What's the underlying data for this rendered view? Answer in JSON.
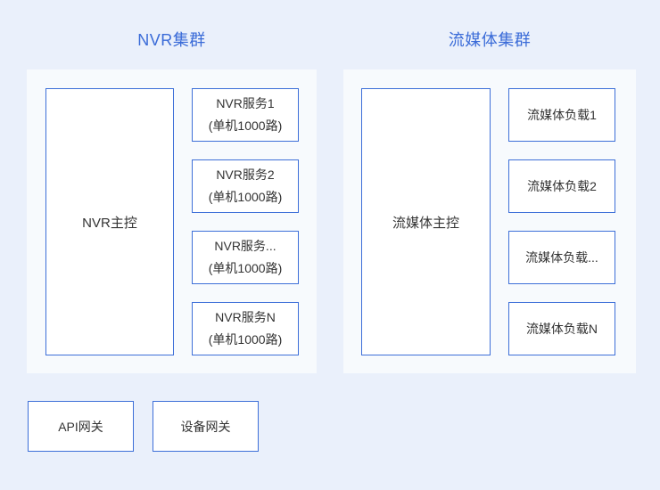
{
  "page": {
    "background_color": "#eaf0fb",
    "panel_color": "#f7fafd",
    "box_fill": "#ffffff",
    "box_border_color": "#3d6fd8",
    "title_color": "#3a6bd8",
    "text_color": "#333333"
  },
  "clusters": [
    {
      "title": "NVR集群",
      "master_label": "NVR主控",
      "nodes": [
        {
          "label": "NVR服务1",
          "sub": "(单机1000路)"
        },
        {
          "label": "NVR服务2",
          "sub": "(单机1000路)"
        },
        {
          "label": "NVR服务...",
          "sub": "(单机1000路)"
        },
        {
          "label": "NVR服务N",
          "sub": "(单机1000路)"
        }
      ]
    },
    {
      "title": "流媒体集群",
      "master_label": "流媒体主控",
      "nodes": [
        {
          "label": "流媒体负载1"
        },
        {
          "label": "流媒体负载2"
        },
        {
          "label": "流媒体负载..."
        },
        {
          "label": "流媒体负载N"
        }
      ]
    }
  ],
  "gateways": [
    {
      "label": "API网关"
    },
    {
      "label": "设备网关"
    }
  ]
}
